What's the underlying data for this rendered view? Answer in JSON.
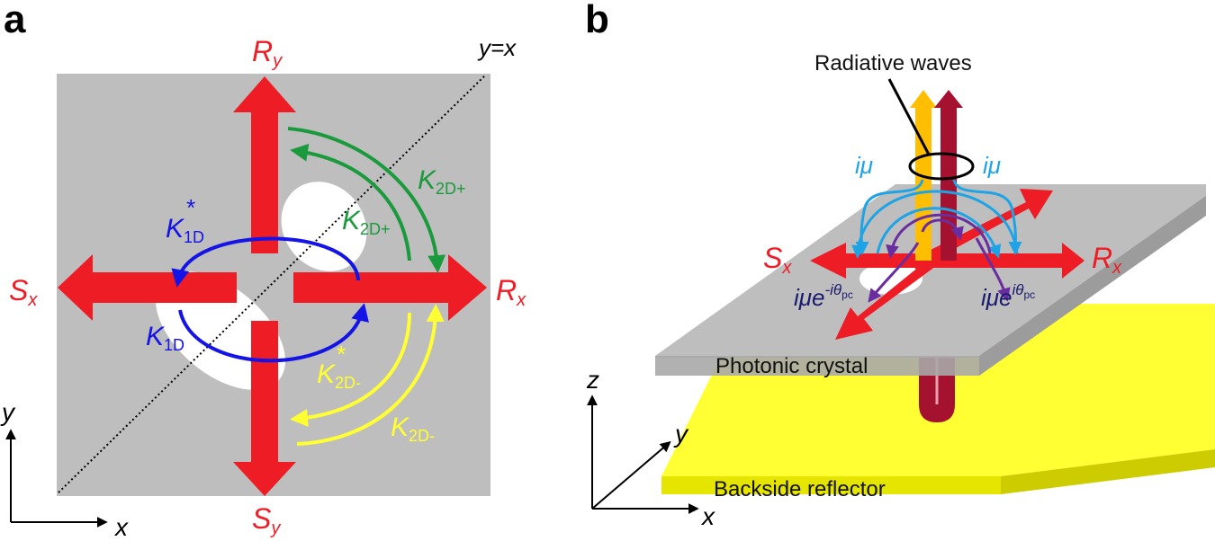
{
  "panel_a": {
    "letter": "a",
    "ry": {
      "main": "R",
      "sub": "y"
    },
    "rx": {
      "main": "R",
      "sub": "x"
    },
    "sx": {
      "main": "S",
      "sub": "x"
    },
    "sy": {
      "main": "S",
      "sub": "y"
    },
    "diag_label": "y=x",
    "k2dplus_out": {
      "main": "K",
      "sub": "2D+"
    },
    "k2dplus_in": {
      "main": "K",
      "sub": "2D+"
    },
    "k1d_star": {
      "main": "K",
      "sub": "1D",
      "sup": "*"
    },
    "k1d": {
      "main": "K",
      "sub": "1D"
    },
    "k2dminus_star": {
      "main": "K",
      "sub": "2D-",
      "sup": "*"
    },
    "k2dminus": {
      "main": "K",
      "sub": "2D-"
    },
    "axis_y": "y",
    "axis_x": "x"
  },
  "panel_b": {
    "letter": "b",
    "radiative_waves": "Radiative waves",
    "imu_left": "iμ",
    "imu_right": "iμ",
    "sx": {
      "main": "S",
      "sub": "x"
    },
    "rx": {
      "main": "R",
      "sub": "x"
    },
    "imu_neg": {
      "main": "iμe",
      "sup": "-iθ",
      "supsub": "pc"
    },
    "imu_pos": {
      "main": "iμe",
      "sup": "iθ",
      "supsub": "pc"
    },
    "photonic_crystal": "Photonic crystal",
    "backside_reflector": "Backside reflector",
    "axis_z": "z",
    "axis_y": "y",
    "axis_x": "x"
  },
  "colors": {
    "red": "#ee1c25",
    "green": "#1a9a3c",
    "blue": "#1414e6",
    "yellow": "#ffff33",
    "gray": "#bebebe",
    "cyan": "#1ea3e6",
    "purple": "#6a2da0",
    "darkred": "#a5122f",
    "orange": "#ffbf00"
  }
}
